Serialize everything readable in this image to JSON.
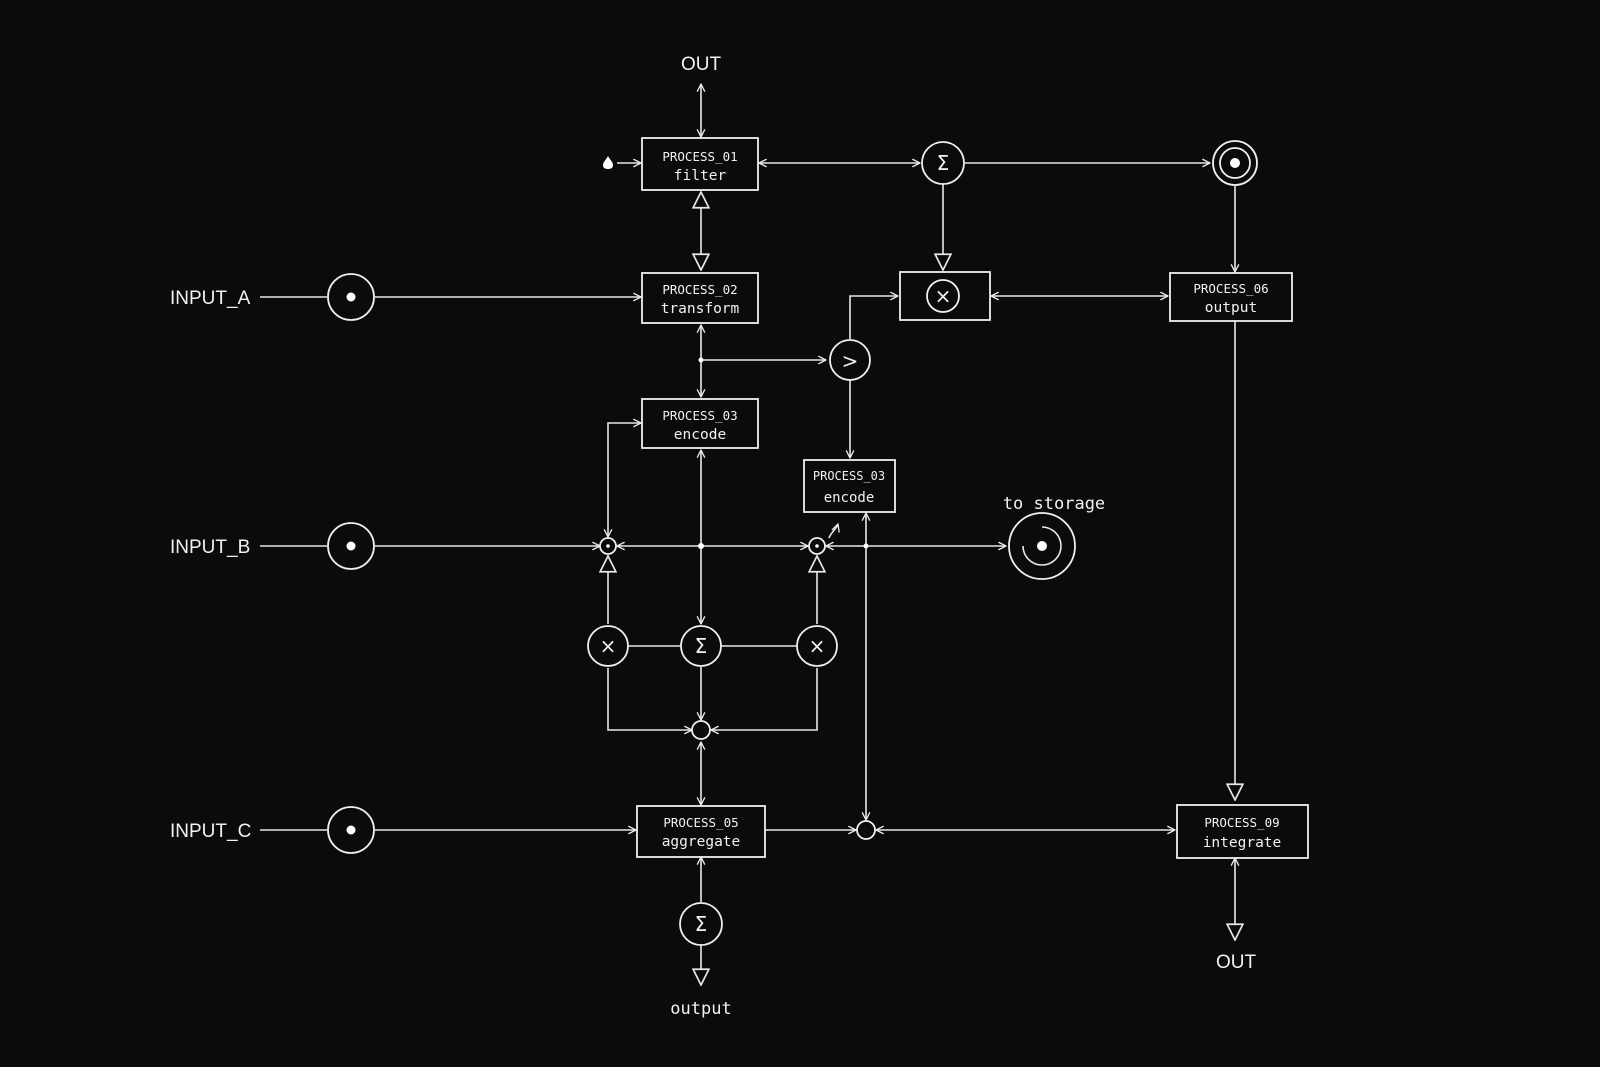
{
  "inputs": {
    "a": "INPUT_A",
    "b": "INPUT_B",
    "c": "INPUT_C"
  },
  "terminals": {
    "out_top": "OUT",
    "out_bottom": "OUT",
    "output_bottom": "output",
    "to_storage": "to storage"
  },
  "processes": {
    "p01": {
      "id": "PROCESS_01",
      "name": "filter"
    },
    "p02": {
      "id": "PROCESS_02",
      "name": "transform"
    },
    "p03a": {
      "id": "PROCESS_03",
      "name": "encode"
    },
    "p03b": {
      "id": "PROCESS_03",
      "name": "encode"
    },
    "p05": {
      "id": "PROCESS_05",
      "name": "aggregate"
    },
    "p06": {
      "id": "PROCESS_06",
      "name": "output"
    },
    "p09": {
      "id": "PROCESS_09",
      "name": "integrate"
    }
  },
  "operators": {
    "sum": "Σ",
    "multiply": "×",
    "compare": ">"
  },
  "colors": {
    "background": "#0b0b0b",
    "line": "#e8e8e8"
  }
}
